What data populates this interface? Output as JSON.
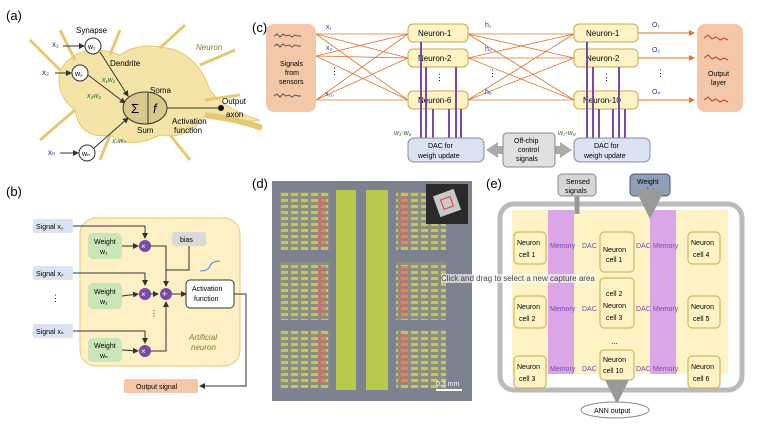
{
  "panels": {
    "a": {
      "label": "(a)",
      "synapse": "Synapse",
      "dendrite": "Dendrite",
      "soma": "Soma",
      "sum": "Sum",
      "activation": "Activation",
      "function": "function",
      "output1": "Output",
      "output2": "axon",
      "neuron": "Neuron",
      "sigma": "Σ",
      "f": "f",
      "x1": "x₁",
      "x2": "x₂",
      "xn": "xₙ",
      "w1": "w₁",
      "w2": "w₂",
      "wn": "wₙ",
      "x1w1": "x₁w₁",
      "x2w2": "x₂w₂",
      "xnwn": "xₙwₙ"
    },
    "b": {
      "label": "(b)",
      "signal1": "Signal x₁",
      "signal2": "Signal x₂",
      "signaln": "Signal xₙ",
      "dots": "⋮",
      "weight": "Weight",
      "w1": "w₁",
      "w2": "w₂",
      "wn": "wₙ",
      "bias": "bias",
      "activation1": "Activation",
      "activation2": "function",
      "artificial1": "Artificial",
      "artificial2": "neuron",
      "output": "Output signal"
    },
    "c": {
      "label": "(c)",
      "signals1": "Signals",
      "signals2": "from",
      "signals3": "sensors",
      "x1": "x₁",
      "x2": "x₂",
      "x10": "x₁₀",
      "h1": "h₁",
      "h2": "h₂",
      "h6": "h₆",
      "o1": "O₁",
      "o2": "O₂",
      "on": "Oₙ",
      "neuron1": "Neuron-1",
      "neuron2": "Neuron-2",
      "neuron6": "Neuron-6",
      "neuron10": "Neuron-10",
      "output1": "Output",
      "output2": "layer",
      "dac1": "DAC for",
      "dac2": "weigh update",
      "w1w6": "w₁-w₆",
      "w7w8": "w₇-w₈",
      "offchip1": "Off-chip",
      "offchip2": "control",
      "offchip3": "signals"
    },
    "d": {
      "label": "(d)",
      "scale": "0.3 mm"
    },
    "e": {
      "label": "(e)",
      "sensed1": "Sensed",
      "sensed2": "signals",
      "weight1": "Weight",
      "weight2": "update",
      "neuron": "Neuron",
      "memory": "Memory",
      "dac": "DAC",
      "cell1": "cell 1",
      "cell2": "cell 2",
      "cell3": "cell 3",
      "cell4": "cell 4",
      "cell5": "cell 5",
      "cell6": "cell 6",
      "cell10": "cell 10",
      "dots": "...",
      "ann": "ANN output"
    }
  },
  "tooltip": "Click and drag to select a new capture area",
  "colors": {
    "green": "#c8e6b8",
    "tan": "#f7ecc8",
    "yellow": "#fdf3c5",
    "salmon": "#f4c7a8",
    "blue": "#dbe3f3",
    "purple": "#7a4aa6",
    "orange": "#e0752d"
  }
}
